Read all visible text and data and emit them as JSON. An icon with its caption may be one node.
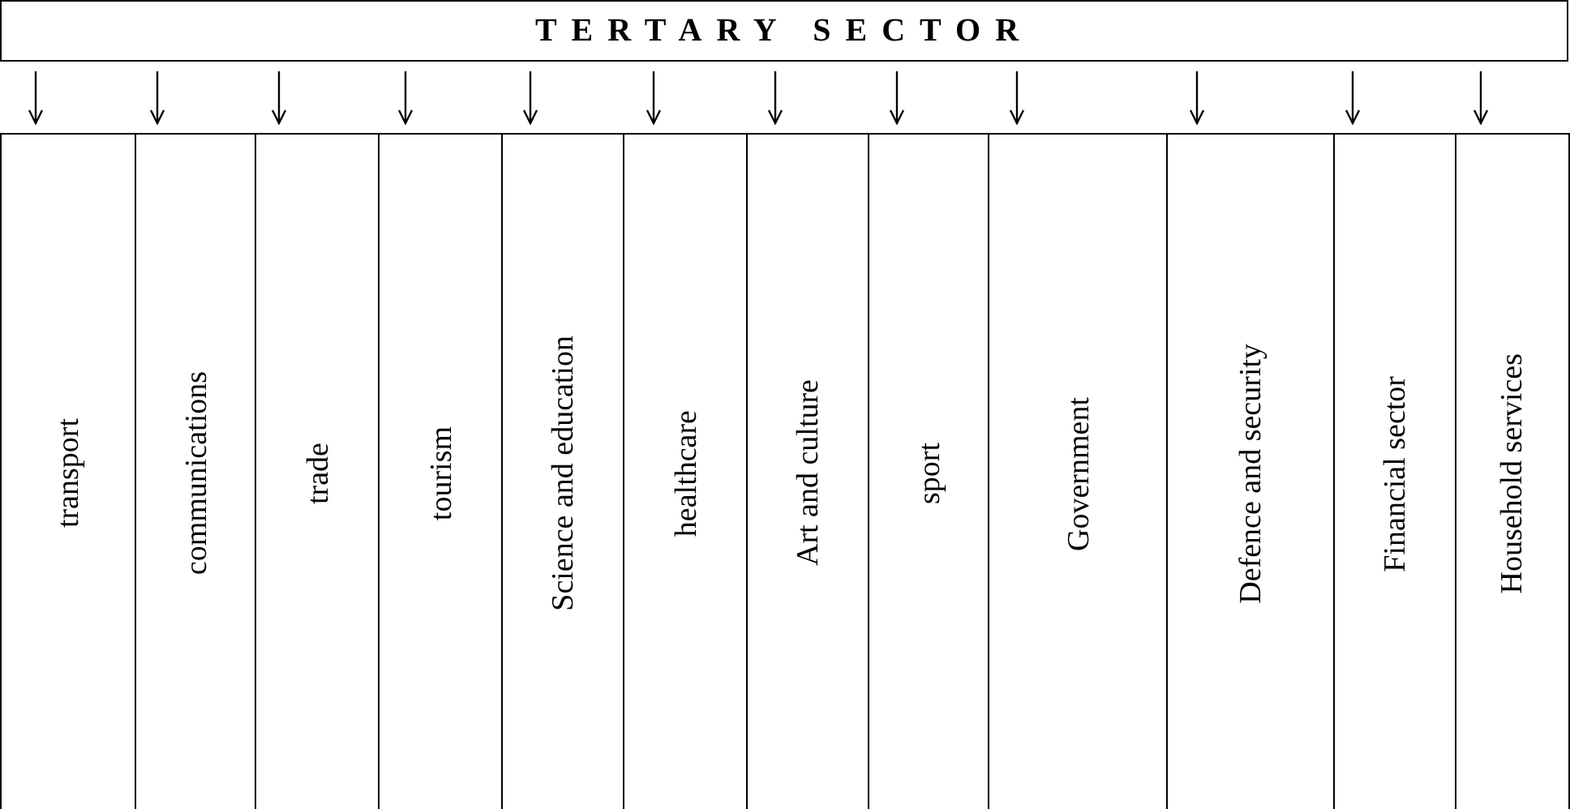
{
  "diagram": {
    "nodes": [
      {
        "text": [
          "TERTARY SECTOR"
        ]
      },
      {
        "text": [
          "transport"
        ]
      },
      {
        "text": [
          "communications"
        ]
      },
      {
        "text": [
          "trade"
        ]
      },
      {
        "text": [
          "tourism"
        ]
      },
      {
        "text": [
          "Science and education"
        ]
      },
      {
        "text": [
          "healthcare"
        ]
      },
      {
        "text": [
          "Art and culture"
        ]
      },
      {
        "text": [
          "sport"
        ]
      },
      {
        "text": [
          "Government"
        ]
      },
      {
        "text": [
          "Defence and security"
        ]
      },
      {
        "text": [
          "Financial sector"
        ]
      },
      {
        "text": [
          "Household services"
        ]
      }
    ],
    "edges": [
      {
        "from": 0,
        "to": 1,
        "arrow": "to"
      },
      {
        "from": 0,
        "to": 2,
        "arrow": "to"
      },
      {
        "from": 0,
        "to": 3,
        "arrow": "to"
      },
      {
        "from": 0,
        "to": 4,
        "arrow": "to"
      },
      {
        "from": 0,
        "to": 5,
        "arrow": "to"
      },
      {
        "from": 0,
        "to": 6,
        "arrow": "to"
      },
      {
        "from": 0,
        "to": 7,
        "arrow": "to"
      },
      {
        "from": 0,
        "to": 8,
        "arrow": "to"
      },
      {
        "from": 0,
        "to": 9,
        "arrow": "to"
      },
      {
        "from": 0,
        "to": 10,
        "arrow": "to"
      },
      {
        "from": 0,
        "to": 11,
        "arrow": "to"
      },
      {
        "from": 0,
        "to": 12,
        "arrow": "to"
      }
    ]
  }
}
